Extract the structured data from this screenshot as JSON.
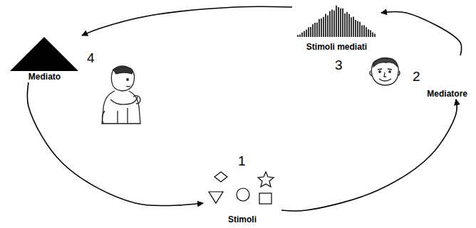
{
  "diagram": {
    "nodes": [
      {
        "text": [
          "Stimoli mediati"
        ]
      },
      {
        "text": [
          "Mediato"
        ]
      },
      {
        "text": [
          "Mediatore"
        ]
      },
      {
        "text": [
          "Stimoli"
        ]
      }
    ],
    "edges": [
      {
        "from": 3,
        "to": 2,
        "arrow": "to"
      },
      {
        "from": 2,
        "to": 0,
        "arrow": "to"
      },
      {
        "from": 0,
        "to": 1,
        "arrow": "to"
      },
      {
        "from": 1,
        "to": 3,
        "arrow": "to"
      }
    ],
    "labels": [
      "3",
      "4",
      "2",
      "1"
    ]
  }
}
